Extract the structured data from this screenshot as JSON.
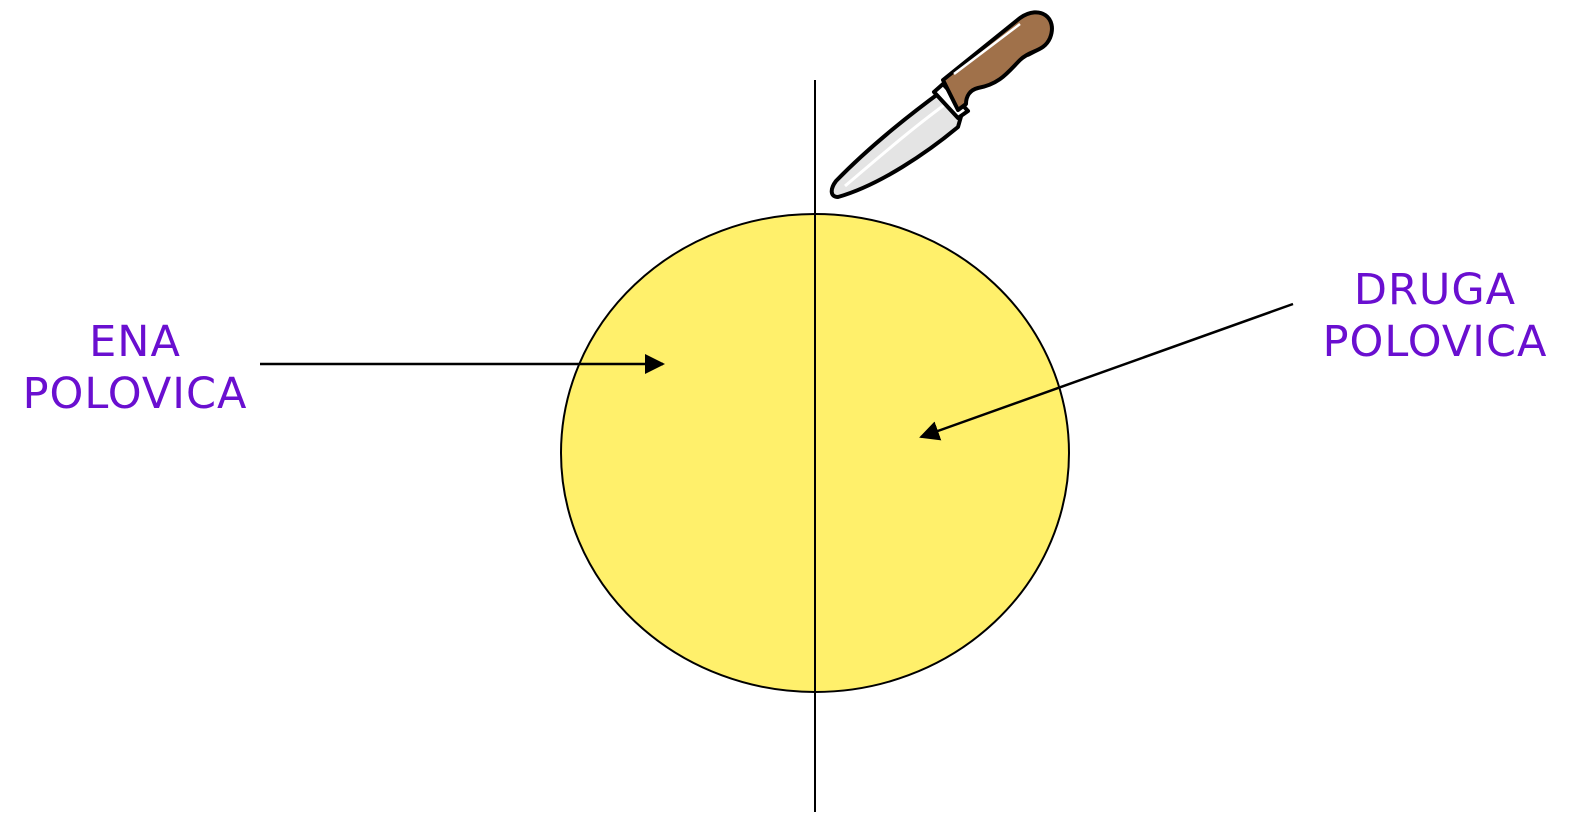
{
  "labels": {
    "left": {
      "line1": "ENA",
      "line2": "POLOVICA"
    },
    "right": {
      "line1": "DRUGA",
      "line2": "POLOVICA"
    }
  },
  "colors": {
    "label_text": "#6a0fd0",
    "circle_fill": "#fff06b",
    "stroke": "#000000",
    "knife_handle": "#a0714a",
    "knife_blade": "#e4e4e4"
  },
  "icons": {
    "knife": "knife-icon"
  }
}
